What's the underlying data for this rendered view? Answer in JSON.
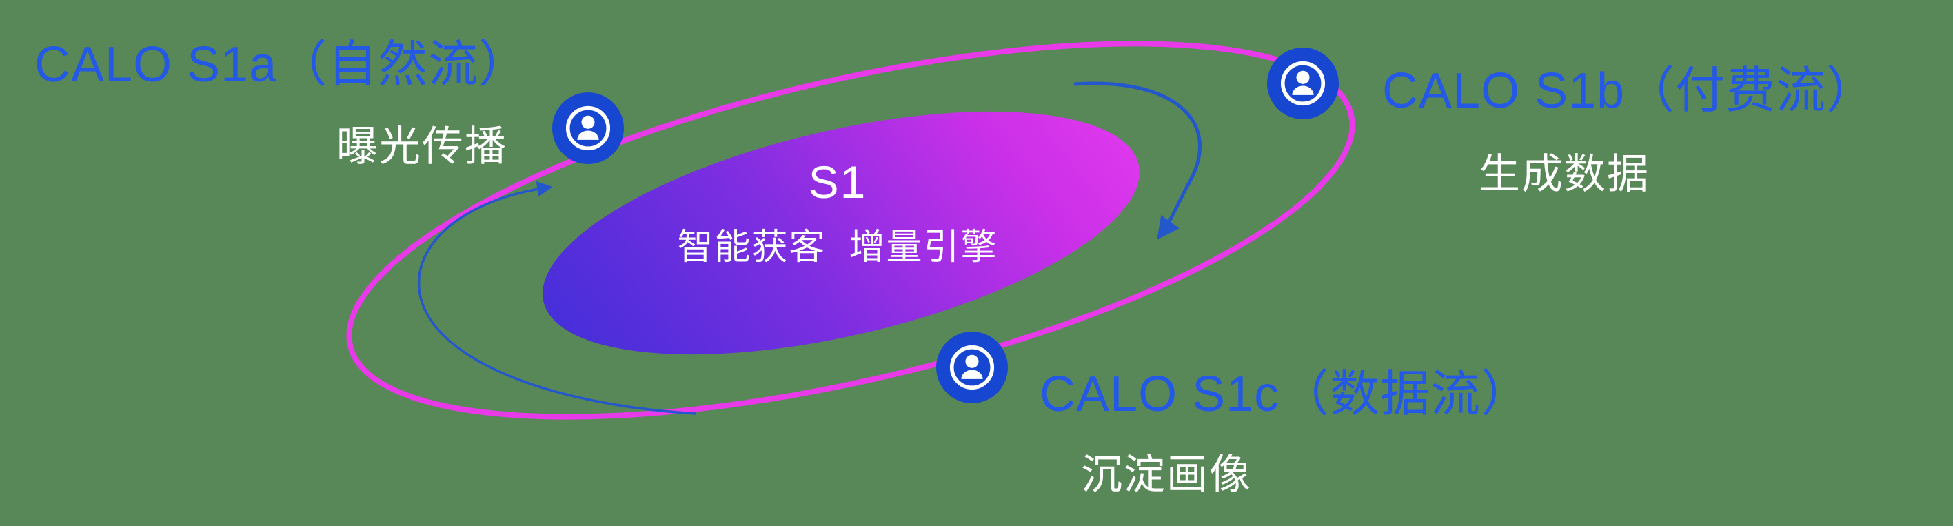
{
  "center": {
    "title": "S1",
    "subtitle": "智能获客  增量引擎"
  },
  "nodes": {
    "s1a": {
      "label": "CALO S1a（自然流）",
      "sublabel": "曝光传播"
    },
    "s1b": {
      "label": "CALO S1b（付费流）",
      "sublabel": "生成数据"
    },
    "s1c": {
      "label": "CALO S1c（数据流）",
      "sublabel": "沉淀画像"
    }
  },
  "icons": {
    "node_icon": "person-in-circle-icon"
  },
  "colors": {
    "background_green": "#588858",
    "label_blue": "#2458e6",
    "node_blue": "#1747d1",
    "orbit_ring_magenta": "#e93ae9",
    "arrow_blue": "#2456cc",
    "ellipse_gradient_start": "#3d2fd8",
    "ellipse_gradient_end": "#e43bee",
    "text_white": "#ffffff"
  }
}
